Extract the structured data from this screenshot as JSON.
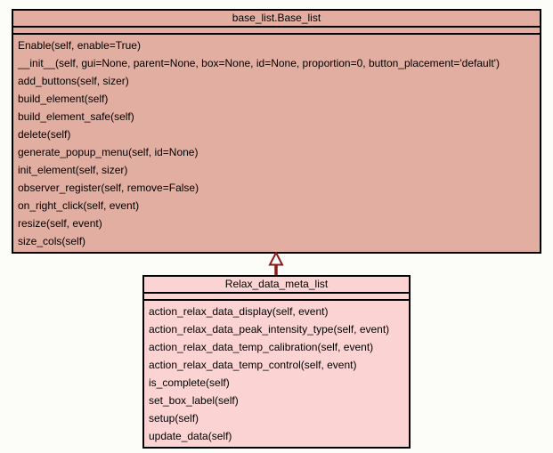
{
  "diagram": {
    "type": "uml-class-diagram",
    "background_color": "#FCFDF8",
    "border_color": "#000000",
    "text_color": "#000000",
    "arrow": {
      "kind": "inheritance",
      "from": "Relax_data_meta_list",
      "to": "base_list.Base_list",
      "color": "#8B1A1A"
    },
    "classes": [
      {
        "name": "base_list.Base_list",
        "fill": "#E1AEA1",
        "attributes": [],
        "methods": [
          "Enable(self, enable=True)",
          "__init__(self, gui=None, parent=None, box=None, id=None, proportion=0, button_placement='default')",
          "add_buttons(self, sizer)",
          "build_element(self)",
          "build_element_safe(self)",
          "delete(self)",
          "generate_popup_menu(self, id=None)",
          "init_element(self, sizer)",
          "observer_register(self, remove=False)",
          "on_right_click(self, event)",
          "resize(self, event)",
          "size_cols(self)"
        ]
      },
      {
        "name": "Relax_data_meta_list",
        "fill": "#FBD3D3",
        "attributes": [],
        "methods": [
          "action_relax_data_display(self, event)",
          "action_relax_data_peak_intensity_type(self, event)",
          "action_relax_data_temp_calibration(self, event)",
          "action_relax_data_temp_control(self, event)",
          "is_complete(self)",
          "set_box_label(self)",
          "setup(self)",
          "update_data(self)"
        ]
      }
    ]
  }
}
